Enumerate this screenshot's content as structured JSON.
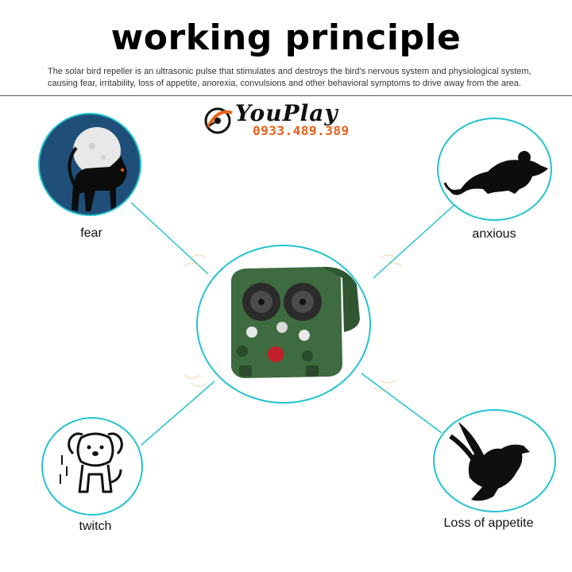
{
  "header": {
    "title": "working principle",
    "description_line1": "The solar bird repeller is an ultrasonic pulse that stimulates and destroys the bird's nervous system and physiological system,",
    "description_line2": "causing fear, irritability, loss of appetite, anorexia, convulsions and other behavioral symptoms to drive away from the area."
  },
  "brand": {
    "name": "YouPlay",
    "phone": "0933.489.389"
  },
  "effects": {
    "fear": "fear",
    "anxious": "anxious",
    "twitch": "twitch",
    "loss_of_appetite": "Loss of appetite"
  },
  "colors": {
    "accent": "#22c3cf",
    "phone": "#e8611a",
    "device_green": "#3e6b3f",
    "night_sky": "#1f4f78"
  },
  "icons": {
    "fear": "black-cat-under-moon-icon",
    "anxious": "mouse-silhouette-icon",
    "twitch": "dog-outline-icon",
    "loss_of_appetite": "bird-silhouette-icon",
    "center": "ultrasonic-repeller-device-icon"
  }
}
